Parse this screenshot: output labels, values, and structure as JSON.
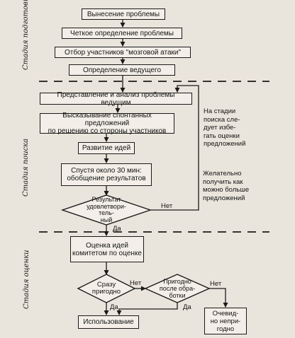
{
  "stages": {
    "preparation": "Стадия подготовки",
    "search": "Стадия поиска",
    "evaluation": "Стадия оценки"
  },
  "boxes": {
    "b1": "Вынесение проблемы",
    "b2": "Четкое определение проблемы",
    "b3": "Отбор участников \"мозговой атаки\"",
    "b4": "Определение ведущего",
    "b5": "Представление и анализ проблемы ведущим",
    "b6": "Высказывание спонтанных предложений\nпо решению со стороны участников",
    "b7": "Развитие идей",
    "b8": "Спустя около 30 мин:\nобобщение результатов",
    "b9": "Оценка идей\nкомитетом по оценке",
    "b10": "Использование",
    "b11": "Очевид-\nно непри-\nгодно"
  },
  "decisions": {
    "d1": "Результат\nудовлетвори-\nтель-\nный",
    "d2": "Сразу\nпригодно",
    "d3": "Пригодно\nпосле обра-\nботки"
  },
  "labels": {
    "no": "Нет",
    "yes": "Да"
  },
  "notes": {
    "n1": "На стадии\nпоиска сле-\nдует избе-\nгать оценки\nпредложений",
    "n2": "Желательно\nполучить как\nможно больше\nпредложений"
  }
}
